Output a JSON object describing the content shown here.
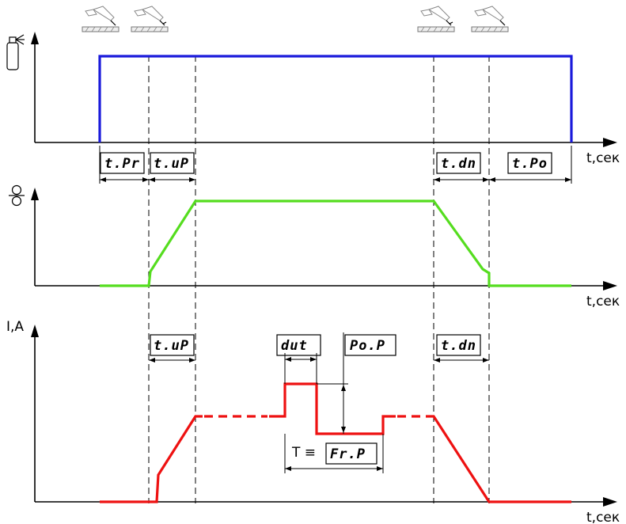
{
  "axes": {
    "time_label": "t,сек",
    "current_label": "I,A"
  },
  "parameters": {
    "pre_flow": "t.Pr",
    "up_slope": "t.uP",
    "down_slope": "t.dn",
    "post_flow": "t.Po",
    "pulse_duty": "dut",
    "pulse_amplitude": "Po.P",
    "period_symbol": "T ≡",
    "pulse_frequency": "Fr.P"
  },
  "colors": {
    "gas": "#1a1adb",
    "wire_feed": "#55dd1f",
    "current": "#ee1111"
  },
  "icons": {
    "gas": "gas-cylinder-icon",
    "wire": "wire-feed-rollers-icon",
    "torch": "welding-torch-icon"
  }
}
